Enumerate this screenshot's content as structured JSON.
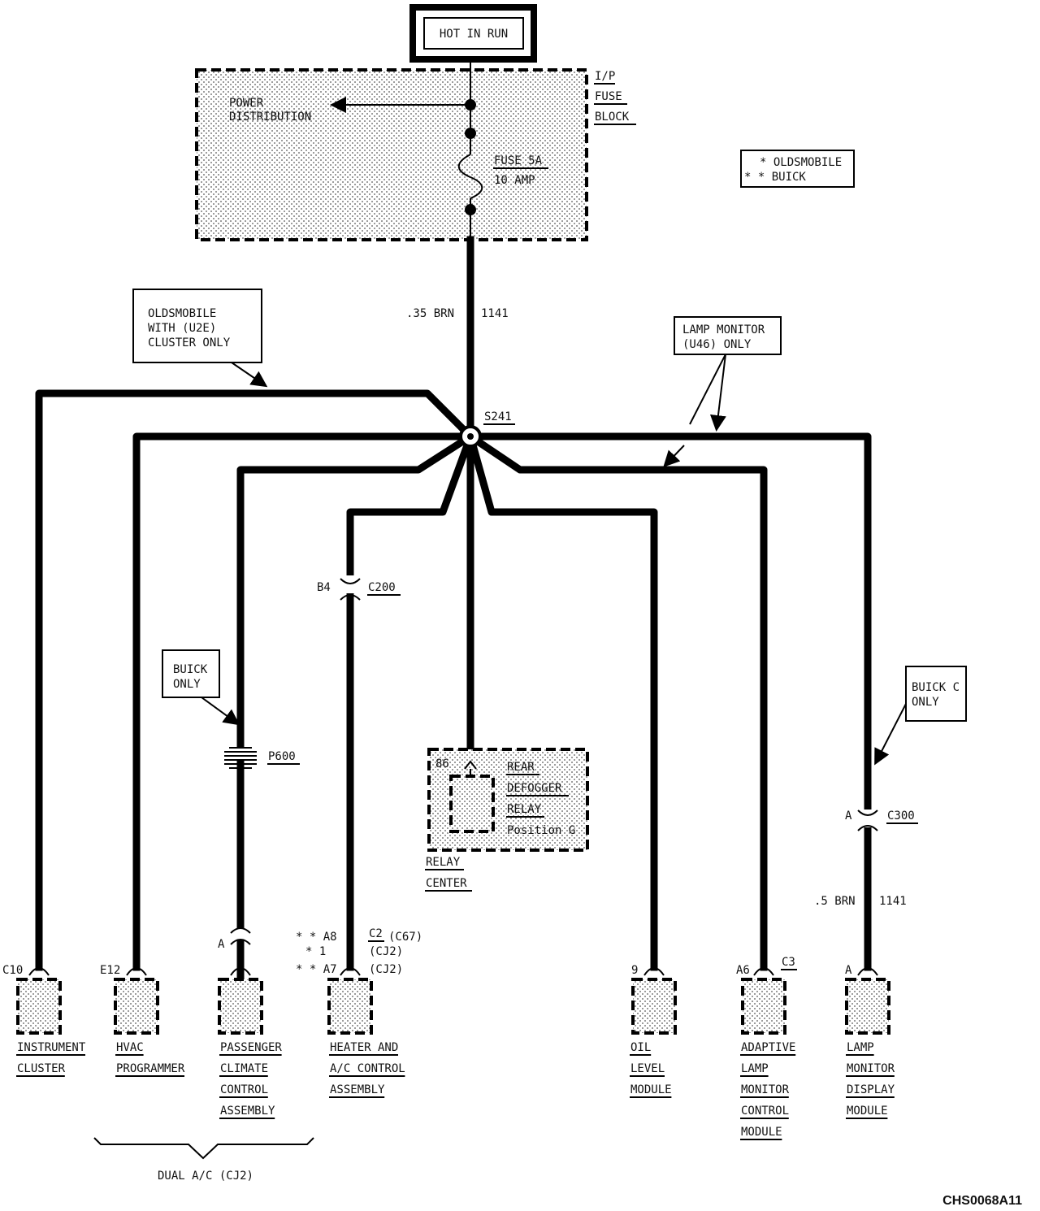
{
  "source": {
    "hot_in_run": "HOT IN RUN"
  },
  "fuse_block": {
    "label_lines": [
      "I/P",
      "FUSE",
      "BLOCK"
    ],
    "power_distribution": [
      "POWER",
      "DISTRIBUTION"
    ],
    "fuse_name": "FUSE 5A",
    "fuse_rating": "10 AMP"
  },
  "legend": {
    "line1": "* OLDSMOBILE",
    "line2": "* * BUICK"
  },
  "main_wire": {
    "gauge_color": ".35 BRN",
    "circuit": "1141"
  },
  "splice": {
    "name": "S241"
  },
  "notes": {
    "olds_cluster": [
      "OLDSMOBILE",
      "WITH (U2E)",
      "CLUSTER ONLY"
    ],
    "lamp_monitor": [
      "LAMP MONITOR",
      "(U46) ONLY"
    ],
    "buick_only": [
      "BUICK",
      "ONLY"
    ],
    "buick_c_only": [
      "BUICK C",
      "ONLY"
    ]
  },
  "connectors": {
    "c200": {
      "pin": "B4",
      "name": "C200"
    },
    "p600": {
      "name": "P600"
    },
    "c300": {
      "pin": "A",
      "name": "C300"
    }
  },
  "relay": {
    "pin": "86",
    "label_lines": [
      "REAR",
      "DEFOGGER",
      "RELAY",
      "Position G"
    ],
    "center_lines": [
      "RELAY",
      "CENTER"
    ]
  },
  "right_wire": {
    "gauge_color": ".5 BRN",
    "circuit": "1141"
  },
  "components": [
    {
      "pin": "C10",
      "lines": [
        "INSTRUMENT",
        "CLUSTER"
      ]
    },
    {
      "pin": "E12",
      "lines": [
        "HVAC",
        "PROGRAMMER"
      ]
    },
    {
      "pin": "A",
      "lines": [
        "PASSENGER",
        "CLIMATE",
        "CONTROL",
        "ASSEMBLY"
      ]
    },
    {
      "pin": "* * A8",
      "lines": [
        "HEATER AND",
        "A/C CONTROL",
        "ASSEMBLY"
      ]
    },
    {
      "pin": "9",
      "lines": [
        "OIL",
        "LEVEL",
        "MODULE"
      ]
    },
    {
      "pin": "A6",
      "lines": [
        "ADAPTIVE",
        "LAMP",
        "MONITOR",
        "CONTROL",
        "MODULE"
      ]
    },
    {
      "pin": "A",
      "lines": [
        "LAMP",
        "MONITOR",
        "DISPLAY",
        "MODULE"
      ]
    }
  ],
  "heater_pins": {
    "p1": "* 1",
    "p2": "* * A7",
    "c_main": "C2",
    "c_main_note": "(C67)",
    "c_note1": "(CJ2)",
    "c_note2": "(CJ2)"
  },
  "adaptive_conn": "C3",
  "dual_ac": "DUAL A/C (CJ2)",
  "figure_id": "CHS0068A11"
}
